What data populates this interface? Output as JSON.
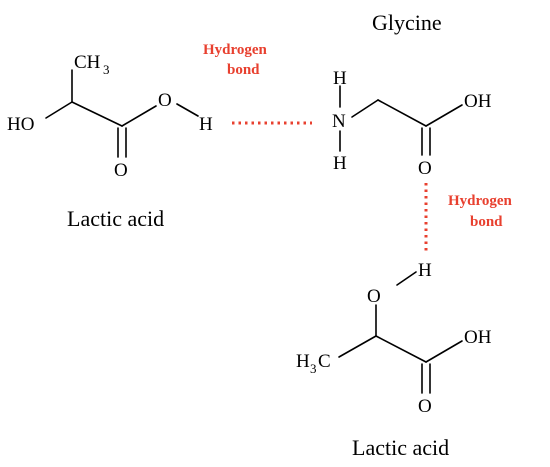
{
  "colors": {
    "hydrogen_bond": "#e8402f",
    "structure": "#000000",
    "background": "#ffffff"
  },
  "captions": {
    "glycine": "Glycine",
    "lactic_acid_left": "Lactic acid",
    "lactic_acid_bottom": "Lactic acid"
  },
  "hydrogen_bond_labels": {
    "top": {
      "line1": "Hydrogen",
      "line2": "bond"
    },
    "right": {
      "line1": "Hydrogen",
      "line2": "bond"
    }
  },
  "lactic_acid_left": {
    "methyl": "CH",
    "methyl_subscript": "3",
    "hydroxyl": "HO",
    "carbonyl_oxygen": "O",
    "acid_oxygen": "O",
    "acid_hydrogen": "H"
  },
  "glycine": {
    "amine_h_top": "H",
    "nitrogen": "N",
    "amine_h_bottom": "H",
    "carboxyl_oh": "OH",
    "carbonyl_oxygen": "O"
  },
  "lactic_acid_bottom": {
    "donor_hydrogen": "H",
    "hydroxyl_oxygen": "O",
    "methyl_h": "H",
    "methyl_subscript": "3",
    "methyl_c": "C",
    "carboxyl_oh": "OH",
    "carbonyl_oxygen": "O"
  }
}
